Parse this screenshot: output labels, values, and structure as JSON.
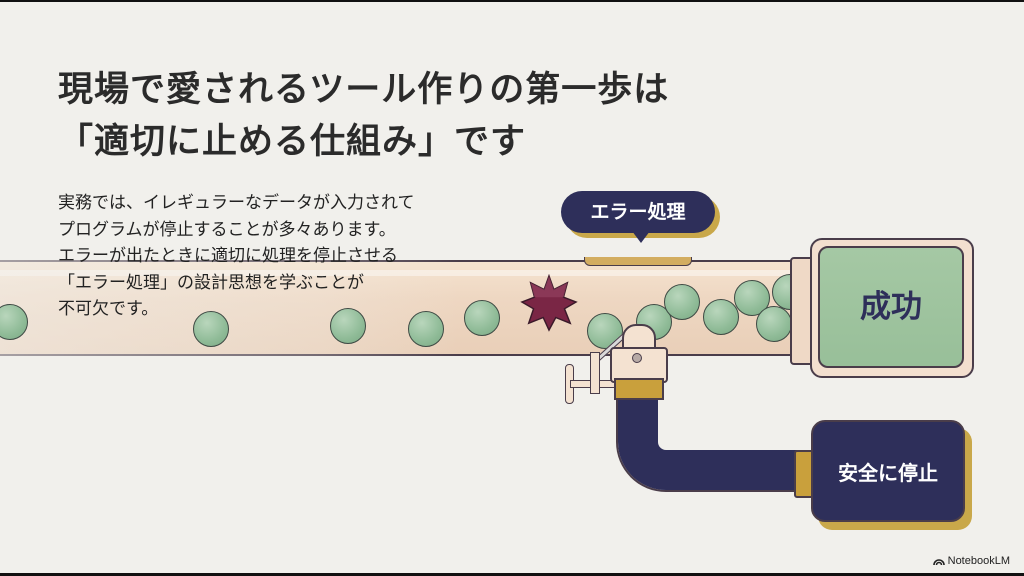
{
  "title": {
    "line1": "現場で愛されるツール作りの第一歩は",
    "line2": "「適切に止める仕組み」です"
  },
  "body": {
    "lines": [
      "実務では、イレギュラーなデータが入力されて",
      "プログラムが停止することが多々あります。",
      "エラーが出たときに適切に処理を停止させる",
      "「エラー処理」の設計思想を学ぶことが",
      "不可欠です。"
    ]
  },
  "diagram": {
    "bubble_label": "エラー処理",
    "success_label": "成功",
    "stop_label": "安全に停止",
    "colors": {
      "navy": "#2e2f5a",
      "gold": "#c9a84a",
      "green": "#98bf99",
      "pipe": "#eed7c2",
      "error_star": "#7a2645"
    }
  },
  "brand": {
    "label": "NotebookLM"
  }
}
